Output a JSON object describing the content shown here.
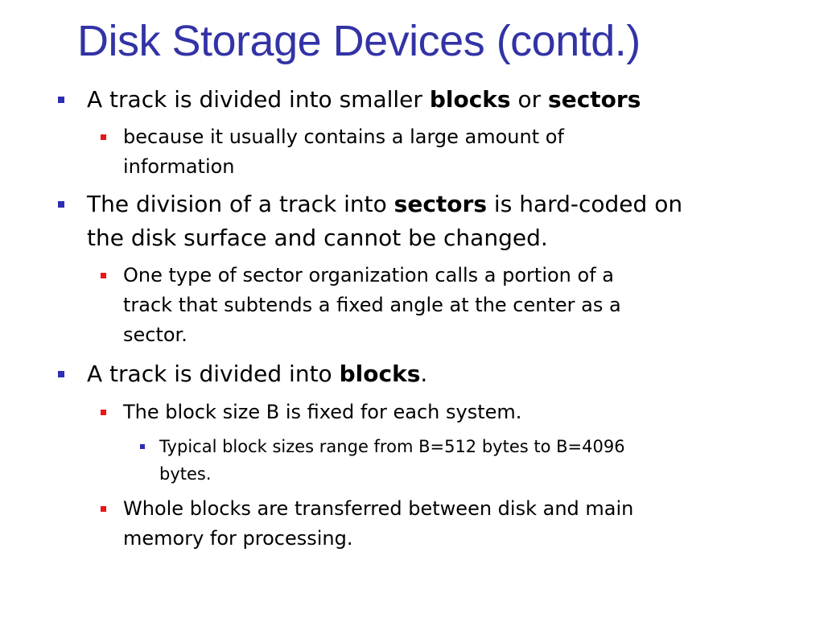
{
  "slide": {
    "title": "Disk Storage Devices (contd.)",
    "colors": {
      "title": "#3333a6",
      "level1_marker": "#2d2db5",
      "level2_marker": "#e8151b",
      "level3_marker": "#2d2db5"
    },
    "bullets": {
      "b1": {
        "pre": "A track is divided into smaller ",
        "bold1": "blocks",
        "mid": " or ",
        "bold2": "sectors"
      },
      "b1_1": {
        "line1": "because it usually contains a large amount of",
        "line2": "information"
      },
      "b2": {
        "pre": "The division of a track into ",
        "bold": "sectors",
        "post": " is hard-coded on",
        "line2": "the disk surface and cannot be changed."
      },
      "b2_1": {
        "line1": "One type of sector organization calls a portion of a",
        "line2": "track that subtends a fixed angle at the center as a",
        "line3": "sector."
      },
      "b3": {
        "pre": "A track is divided into ",
        "bold": "blocks",
        "post": "."
      },
      "b3_1": {
        "text": "The block size B is fixed for each system."
      },
      "b3_1_1": {
        "line1": "Typical block sizes range from B=512 bytes to B=4096",
        "line2": "bytes."
      },
      "b3_2": {
        "line1": "Whole blocks are transferred between disk and main",
        "line2": "memory for processing."
      }
    }
  }
}
